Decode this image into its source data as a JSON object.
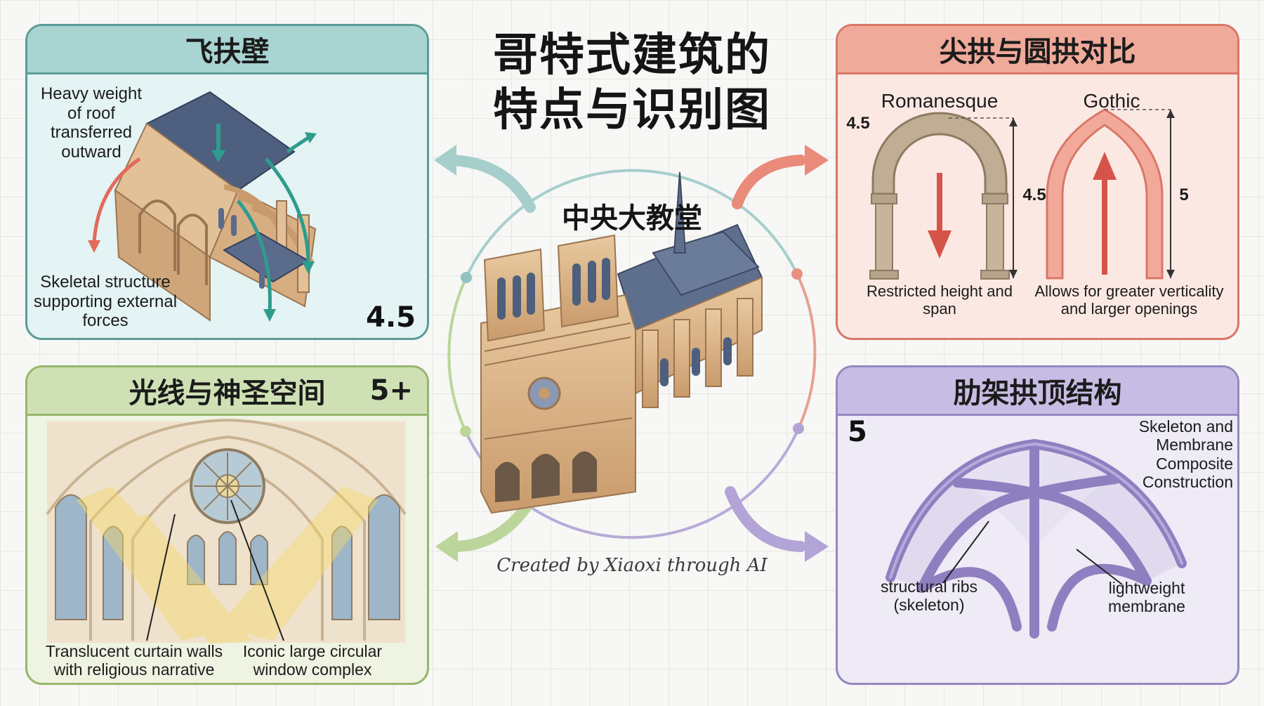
{
  "title": {
    "line1": "哥特式建筑的",
    "line2": "特点与识别图"
  },
  "center": {
    "label": "中央大教堂",
    "credit": "Created by Xiaoxi through AI"
  },
  "panels": {
    "flying_buttress": {
      "title": "飞扶壁",
      "rating": "4.5",
      "label_top": "Heavy weight of roof transferred outward",
      "label_bottom": "Skeletal structure supporting external forces",
      "color": "#5c9c98"
    },
    "arch_compare": {
      "title": "尖拱与圆拱对比",
      "romanesque_label": "Romanesque",
      "gothic_label": "Gothic",
      "romanesque_height": "4.5",
      "romanesque_dim": "4.5",
      "gothic_dim": "5",
      "romanesque_caption": "Restricted height and span",
      "gothic_caption": "Allows for greater verticality and larger openings",
      "color": "#d97767"
    },
    "light": {
      "title": "光线与神圣空间",
      "rating": "5+",
      "label_left": "Translucent curtain walls with religious narrative",
      "label_right": "Iconic large circular window complex",
      "color": "#97b66c"
    },
    "rib_vault": {
      "title": "肋架拱顶结构",
      "rating": "5",
      "label_top": "Skeleton and Membrane Composite Construction",
      "label_ribs": "structural ribs (skeleton)",
      "label_membrane": "lightweight membrane",
      "color": "#9687bf"
    }
  }
}
